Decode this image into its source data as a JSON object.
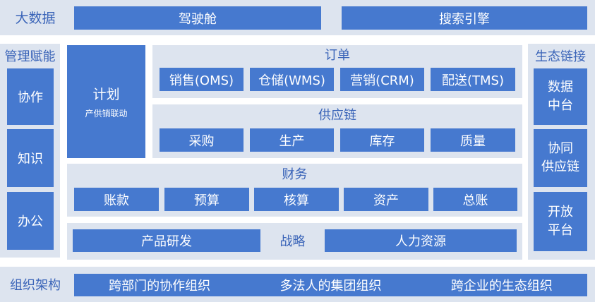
{
  "colors": {
    "block": "#4679cf",
    "panel": "#dde4ef",
    "label": "#3a64b8",
    "text_on_block": "#ffffff"
  },
  "top_row": {
    "label": "大数据",
    "items": [
      "驾驶舱",
      "搜索引擎"
    ]
  },
  "left_column": {
    "label": "管理赋能",
    "items": [
      "协作",
      "知识",
      "办公"
    ]
  },
  "plan": {
    "title": "计划",
    "subtitle": "产供销联动"
  },
  "order": {
    "title": "订单",
    "items": [
      "销售(OMS)",
      "仓储(WMS)",
      "营销(CRM)",
      "配送(TMS)"
    ]
  },
  "supply_chain": {
    "title": "供应链",
    "items": [
      "采购",
      "生产",
      "库存",
      "质量"
    ]
  },
  "finance": {
    "title": "财务",
    "items": [
      "账款",
      "预算",
      "核算",
      "资产",
      "总账"
    ]
  },
  "strategy": {
    "title": "战略",
    "items": [
      "产品研发",
      "人力资源"
    ]
  },
  "right_column": {
    "label": "生态链接",
    "items": [
      "数据\n中台",
      "协同\n供应链",
      "开放\n平台"
    ]
  },
  "bottom_row": {
    "label": "组织架构",
    "items": [
      "跨部门的协作组织",
      "多法人的集团组织",
      "跨企业的生态组织"
    ]
  }
}
